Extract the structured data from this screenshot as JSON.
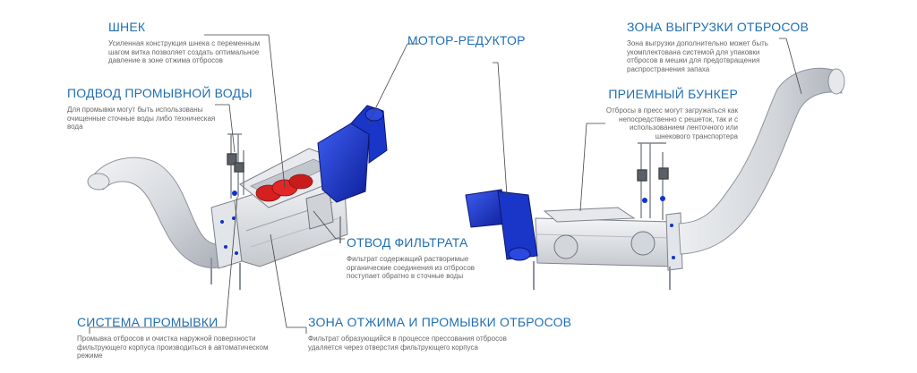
{
  "colors": {
    "title": "#1f6fb2",
    "text": "#666666",
    "metal": "#d8dbe0",
    "metal_dark": "#9aa0a8",
    "motor": "#1432c8",
    "screw": "#d42020",
    "leader": "#444444"
  },
  "callouts": {
    "shnek": {
      "title": "ШНЕК",
      "text": "Усиленная конструкция шнека с переменным шагом витка позволяет создать оптимальное давление в зоне отжима отбросов"
    },
    "motor": {
      "title": "МОТОР-РЕДУКТОР"
    },
    "vygruzka": {
      "title": "ЗОНА ВЫГРУЗКИ ОТБРОСОВ",
      "text": "Зона выгрузки дополнительно может быть укомплектована системой для упаковки отбросов в мешки для предотвращения распространения запаха"
    },
    "voda": {
      "title": "ПОДВОД ПРОМЫВНОЙ ВОДЫ",
      "text": "Для промывки могут быть использованы очищенные сточные воды либо техническая вода"
    },
    "bunker": {
      "title": "ПРИЕМНЫЙ БУНКЕР",
      "text": "Отбросы в пресс могут загружаться как непосредственно с решеток, так и с использованием ленточного или шнекового транспортера"
    },
    "filtrat": {
      "title": "ОТВОД ФИЛЬТРАТА",
      "text": "Фильтрат содержащий растворимые органические соединения из отбросов поступает обратно в сточные воды"
    },
    "sistema": {
      "title": "СИСТЕМА ПРОМЫВКИ",
      "text": "Промывка отбросов и очистка наружной поверхности фильтрующего корпуса производиться в автоматическом режиме"
    },
    "otzhim": {
      "title": "ЗОНА ОТЖИМА И ПРОМЫВКИ ОТБРОСОВ",
      "text": "Фильтрат образующийся в процессе прессования отбросов удаляется через отверстия фильтрующего корпуса"
    }
  }
}
